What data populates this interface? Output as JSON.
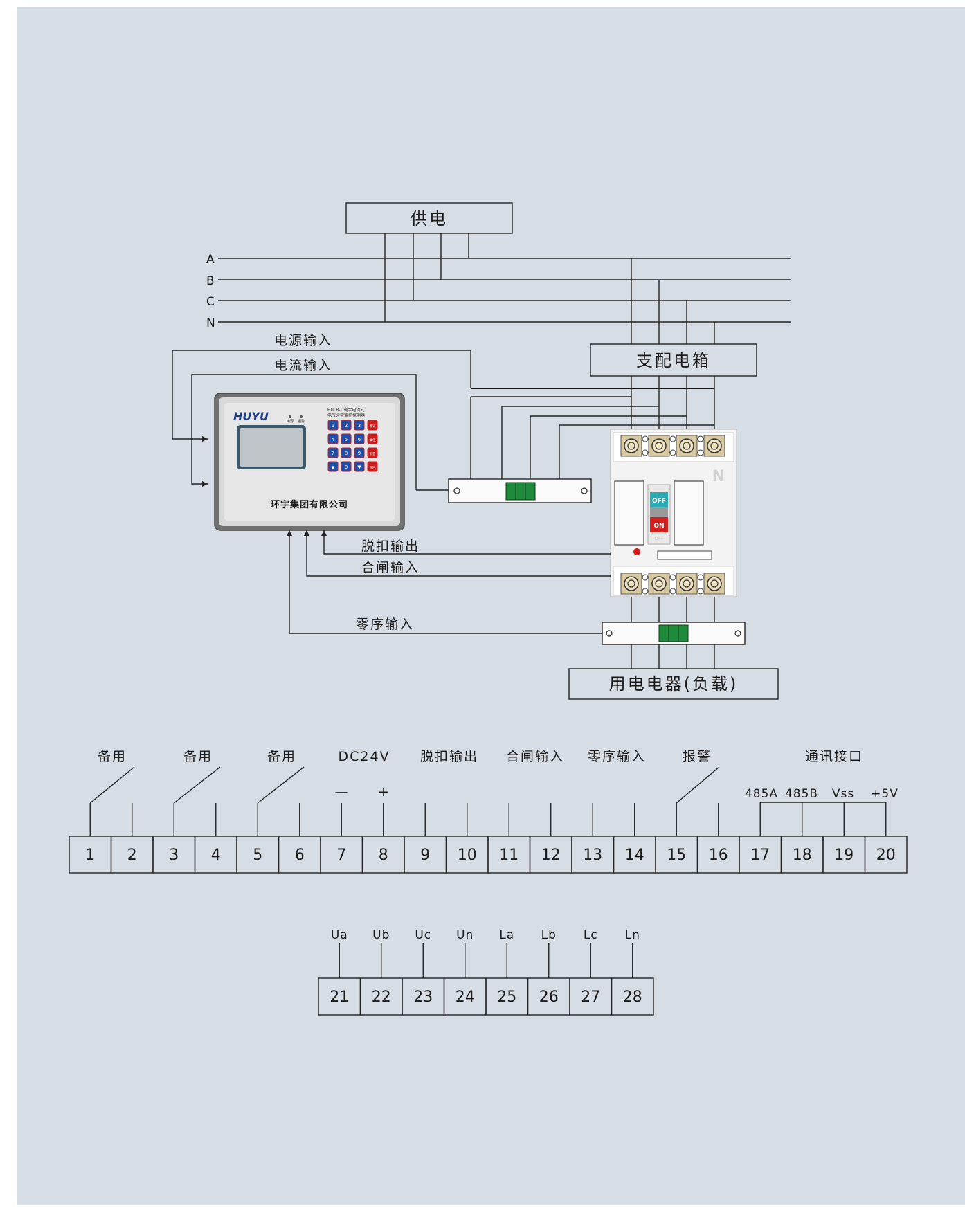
{
  "colors": {
    "panel_bg": "#d6dde5",
    "page_bg": "#ffffff",
    "line": "#222222",
    "breaker_off": "#2aa9b0",
    "breaker_on": "#d22020",
    "key_blue": "#1f4fa8",
    "key_red": "#c81e1e",
    "ct_green": "#1f8a3c"
  },
  "diagram": {
    "supply_label": "供电",
    "bus_labels": [
      "A",
      "B",
      "C",
      "N"
    ],
    "branch_box_label": "支配电箱",
    "load_label": "用电电器(负载)",
    "signals": {
      "power_input": "电源输入",
      "current_input": "电流输入",
      "trip_output": "脱扣输出",
      "close_input": "合闸输入",
      "zero_seq_input": "零序输入"
    },
    "device": {
      "logo": "HUYU",
      "model_line1": "HULB-T 剩余电流式",
      "model_line2": "电气火灾监控探测器",
      "led1": "电源",
      "led2": "报警",
      "company": "环宇集团有限公司",
      "keys": [
        "1",
        "2",
        "3",
        "确认",
        "4",
        "5",
        "6",
        "复位",
        "7",
        "8",
        "9",
        "消音",
        "▲",
        "0",
        "▼",
        "返回"
      ]
    },
    "breaker": {
      "off_label": "OFF",
      "on_label": "ON",
      "neutral_label": "N",
      "off_faint": "OFF"
    }
  },
  "terminals_top": {
    "numbers": [
      "1",
      "2",
      "3",
      "4",
      "5",
      "6",
      "7",
      "8",
      "9",
      "10",
      "11",
      "12",
      "13",
      "14",
      "15",
      "16",
      "17",
      "18",
      "19",
      "20"
    ],
    "groups": [
      {
        "label": "备用"
      },
      {
        "label": "备用"
      },
      {
        "label": "备用"
      },
      {
        "label": "DC24V"
      },
      {
        "label": "脱扣输出"
      },
      {
        "label": "合闸输入"
      },
      {
        "label": "零序输入"
      },
      {
        "label": "报警"
      },
      {
        "label": "通讯接口"
      }
    ],
    "polarity": {
      "minus": "—",
      "plus": "+"
    },
    "comm_pins": [
      "485A",
      "485B",
      "Vss",
      "+5V"
    ]
  },
  "terminals_bottom": {
    "numbers": [
      "21",
      "22",
      "23",
      "24",
      "25",
      "26",
      "27",
      "28"
    ],
    "pins": [
      "Ua",
      "Ub",
      "Uc",
      "Un",
      "La",
      "Lb",
      "Lc",
      "Ln"
    ]
  }
}
